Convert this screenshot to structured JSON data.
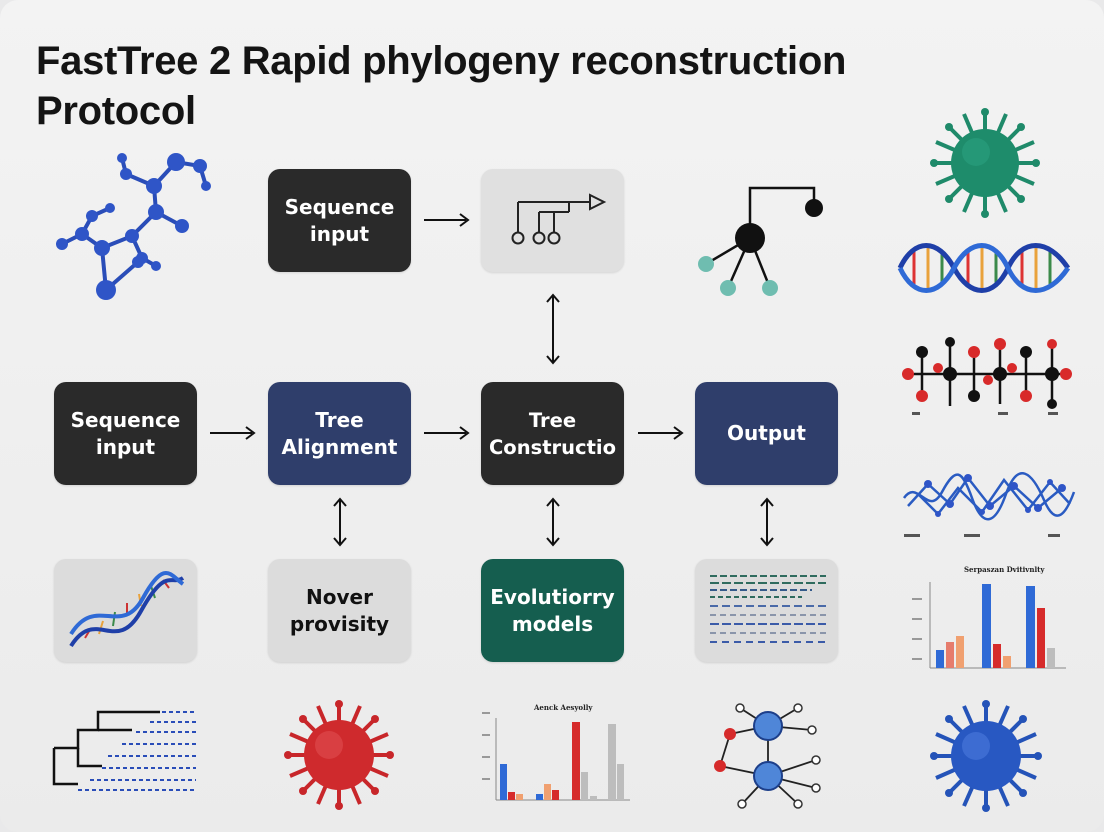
{
  "title": "FastTree 2 Rapid phylogeny reconstruction Protocol",
  "nodes": {
    "sequence_input_top": {
      "line1": "Sequence",
      "line2": "input"
    },
    "sequence_input_left": {
      "line1": "Sequence",
      "line2": "input"
    },
    "tree_alignment": {
      "line1": "Tree",
      "line2": "Alignment"
    },
    "tree_construction": {
      "line1": "Tree",
      "line2": "Constructio"
    },
    "output": {
      "line1": "Output"
    },
    "nover_provisity": {
      "line1": "Nover",
      "line2": "provisity"
    },
    "evolutionary_models": {
      "line1": "Evolutiorry",
      "line2": "models"
    }
  },
  "figure_labels": {
    "right_bar_chart_title": "Serpaszan Dvitivnlty",
    "bottom_bar_chart_title": "Aenck Aesyolly"
  },
  "icons": [
    "molecule-icon",
    "tree-icon",
    "network-node-icon",
    "virus-green-icon",
    "dna-helix-icon",
    "molecule-chain-icon",
    "protein-structure-icon",
    "bar-chart-icon",
    "virus-blue-icon",
    "dna-helix-small-icon",
    "tree-alignment-icon",
    "virus-red-icon",
    "bar-chart-small-icon",
    "network-graph-icon",
    "alignment-heatmap-icon"
  ],
  "colors": {
    "dark_box": "#2a2a2a",
    "navy_box": "#2f3e6b",
    "green_box": "#155e4f",
    "light_box": "#dcdcdc",
    "molecule_blue": "#2f55c7",
    "virus_green": "#1f8a6a",
    "virus_red": "#c8262a",
    "virus_blue": "#2453b8"
  }
}
